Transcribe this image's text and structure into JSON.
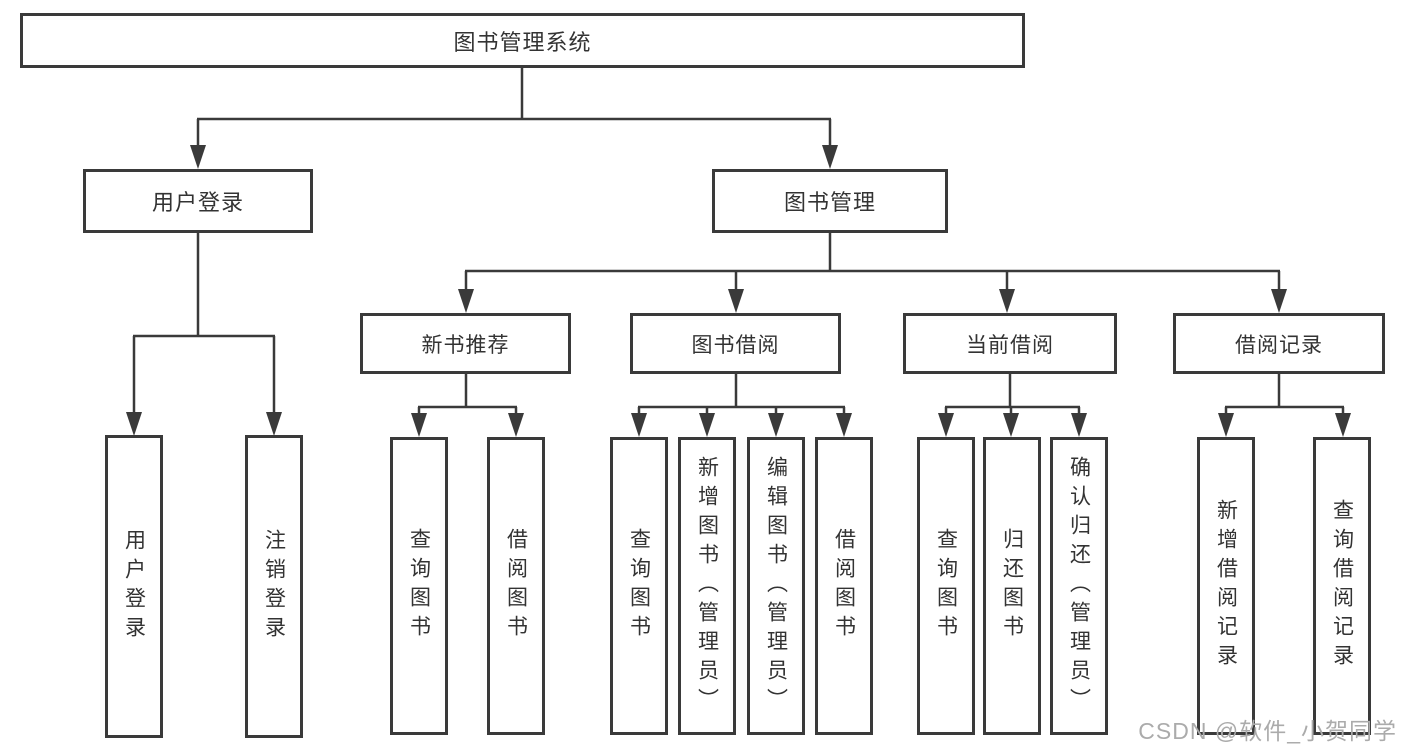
{
  "colors": {
    "line": "#3a3a3a",
    "text": "#333333",
    "background": "#ffffff",
    "watermark": "#ababab"
  },
  "watermark": {
    "text": "CSDN @软件_小贺同学"
  },
  "tree": {
    "label": "图书管理系统",
    "children": [
      {
        "label": "用户登录",
        "children": [
          {
            "label": "用户登录"
          },
          {
            "label": "注销登录"
          }
        ]
      },
      {
        "label": "图书管理",
        "children": [
          {
            "label": "新书推荐",
            "children": [
              {
                "label": "查询图书"
              },
              {
                "label": "借阅图书"
              }
            ]
          },
          {
            "label": "图书借阅",
            "children": [
              {
                "label": "查询图书"
              },
              {
                "label": "新增图书（管理员）"
              },
              {
                "label": "编辑图书（管理员）"
              },
              {
                "label": "借阅图书"
              }
            ]
          },
          {
            "label": "当前借阅",
            "children": [
              {
                "label": "查询图书"
              },
              {
                "label": "归还图书"
              },
              {
                "label": "确认归还（管理员）"
              }
            ]
          },
          {
            "label": "借阅记录",
            "children": [
              {
                "label": "新增借阅记录"
              },
              {
                "label": "查询借阅记录"
              }
            ]
          }
        ]
      }
    ]
  }
}
